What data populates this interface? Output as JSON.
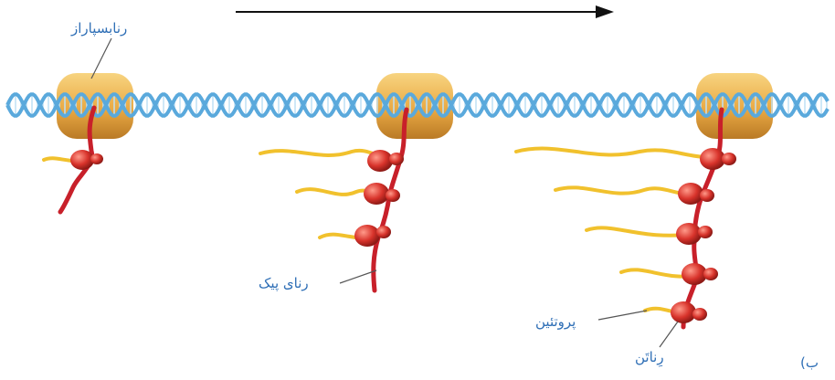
{
  "labels": {
    "polymerase": "رنابسپاراز",
    "mrna": "رنای پیک",
    "protein": "پروتئین",
    "ribosome": "رِناتَن",
    "panel": "ب)"
  },
  "colors": {
    "dna": "#5aa9dc",
    "dna_light": "#bfe0f4",
    "enzyme": "#e8a53a",
    "mrna": "#c8202a",
    "ribosome": "#d8332b",
    "protein": "#f1c12d",
    "label": "#2f6fb6",
    "leader": "#555555",
    "arrow": "#111111"
  }
}
